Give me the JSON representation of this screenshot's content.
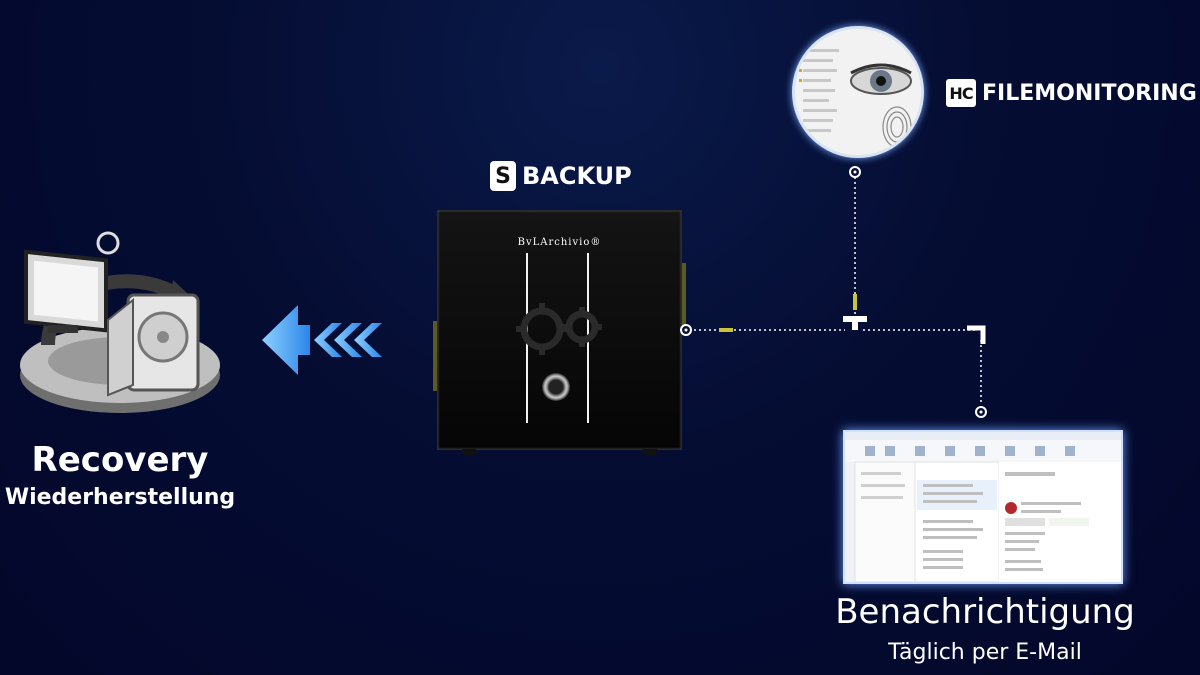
{
  "recovery": {
    "title": "Recovery",
    "subtitle": "Wiederherstellung"
  },
  "backup": {
    "badge": "S",
    "label": "BACKUP",
    "brand": "BvLArchivio®"
  },
  "filemonitoring": {
    "badge": "HC",
    "label": "FILEMONITORING"
  },
  "notification": {
    "title": "Benachrichtigung",
    "subtitle": "Täglich per E-Mail"
  },
  "icons": [
    "recovery-monitor-disk-icon",
    "arrow-left-icon",
    "safe-gear-icon",
    "eye-fingerprint-icon",
    "email-client-icon"
  ],
  "colors": {
    "background": "#050d33",
    "arrow": "#4aa8ff",
    "connector": "#ffffff",
    "accent_yellow": "#c9c23a"
  }
}
